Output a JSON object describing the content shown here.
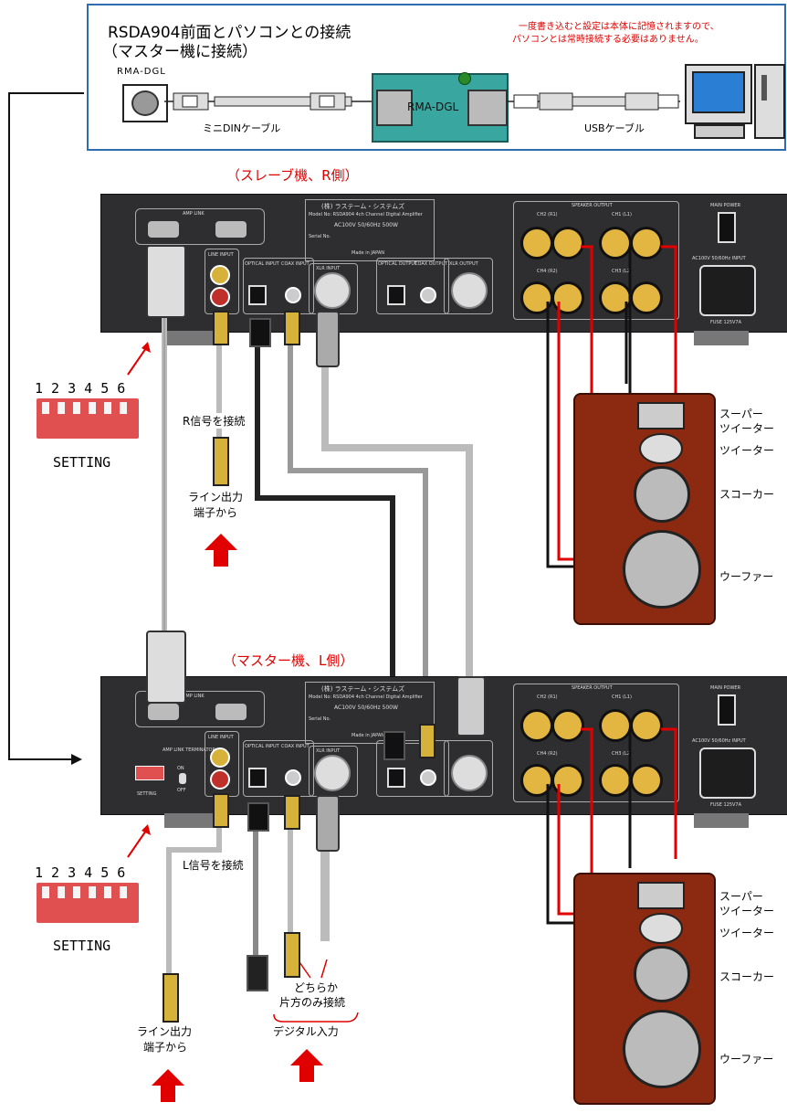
{
  "usb_box": {
    "title_line1": "RSDA904前面とパソコンとの接続",
    "title_line2": "（マスター機に接続）",
    "note_line1": "一度書き込むと設定は本体に記憶されますので、",
    "note_line2": "パソコンとは常時接続する必要はありません。",
    "port_label": "RMA-DGL",
    "device_label": "RMA-DGL",
    "mini_din_cable": "ミニDINケーブル",
    "usb_cable": "USBケーブル"
  },
  "slave": {
    "title": "（スレーブ機、R側）",
    "signal_label": "R信号を接続",
    "source_label_1": "ライン出力",
    "source_label_2": "端子から"
  },
  "master": {
    "title": "（マスター機、L側）",
    "signal_label": "L信号を接続",
    "source_label_1": "ライン出力",
    "source_label_2": "端子から",
    "digital_note_1": "どちらか",
    "digital_note_2": "片方のみ接続",
    "digital_input": "デジタル入力"
  },
  "dip_switch": {
    "numbers": "1 2 3 4 5 6",
    "label": "SETTING"
  },
  "amp_panel": {
    "amp_link": "AMP LINK",
    "line_input": "LINE INPUT",
    "optical_input": "OPTICAL INPUT",
    "coax_input": "COAX INPUT",
    "xlr_input": "XLR INPUT",
    "optical_output": "OPTICAL OUTPUT",
    "coax_output": "COAX OUTPUT",
    "xlr_output": "XLR OUTPUT",
    "speaker_output": "SPEAKER OUTPUT",
    "ch2": "CH2 (R1)",
    "ch1": "CH1 (L1)",
    "ch4": "CH4 (R2)",
    "ch3": "CH3 (L2)",
    "main_power": "MAIN POWER",
    "ac_input": "AC100V 50/60Hz INPUT",
    "fuse": "FUSE 125V7A",
    "maker": "(株) ラステーム・システムズ",
    "model": "Model No: RSDA904 4ch Channel Digital Amplifier",
    "power": "AC100V 50/60Hz 500W",
    "serial": "Serial No.",
    "made_in": "Made in JAPAN",
    "amp_link_term": "AMP LINK TERMINATOR",
    "on": "ON",
    "off": "OFF",
    "setting": "SETTING"
  },
  "speaker": {
    "super_tweeter_1": "スーパー",
    "super_tweeter_2": "ツイーター",
    "tweeter": "ツイーター",
    "squawker": "スコーカー",
    "woofer": "ウーファー"
  },
  "colors": {
    "red": "#e00000",
    "panel": "#2e2e30",
    "dip_red": "#e05050",
    "speaker_wood": "#8b2a10",
    "box_border": "#2e6db0",
    "dongle_teal": "#3aa6a0"
  }
}
